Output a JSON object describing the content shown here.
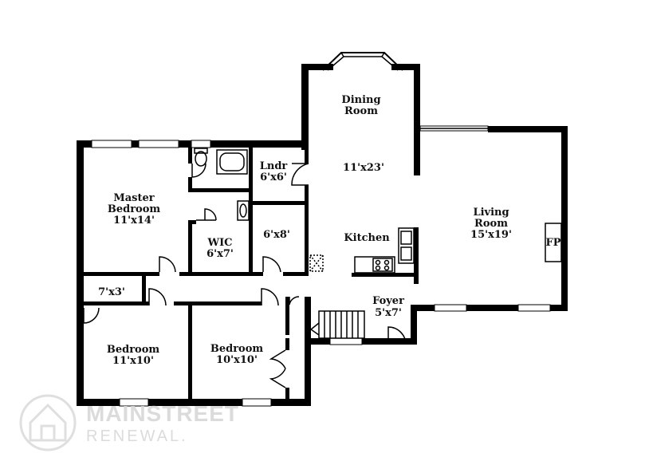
{
  "rooms": {
    "dining": {
      "name_line1": "Dining",
      "name_line2": "Room"
    },
    "dining_size": "11'x23'",
    "laundry": {
      "name": "Lndr",
      "size": "6'x6'"
    },
    "master": {
      "name_line1": "Master",
      "name_line2": "Bedroom",
      "size": "11'x14'"
    },
    "wic": {
      "name": "WIC",
      "size": "6'x7'"
    },
    "closet_mid": {
      "size": "6'x8'"
    },
    "kitchen": {
      "name": "Kitchen"
    },
    "living": {
      "name_line1": "Living",
      "name_line2": "Room",
      "size": "15'x19'"
    },
    "fireplace": {
      "label": "FP"
    },
    "closet_small": {
      "size": "7'x3'"
    },
    "foyer": {
      "name": "Foyer",
      "size": "5'x7'"
    },
    "bedroom_left": {
      "name": "Bedroom",
      "size": "11'x10'"
    },
    "bedroom_right": {
      "name": "Bedroom",
      "size": "10'x10'"
    }
  },
  "watermark": {
    "line1": "MAINSTREET",
    "line2": "RENEWAL."
  }
}
